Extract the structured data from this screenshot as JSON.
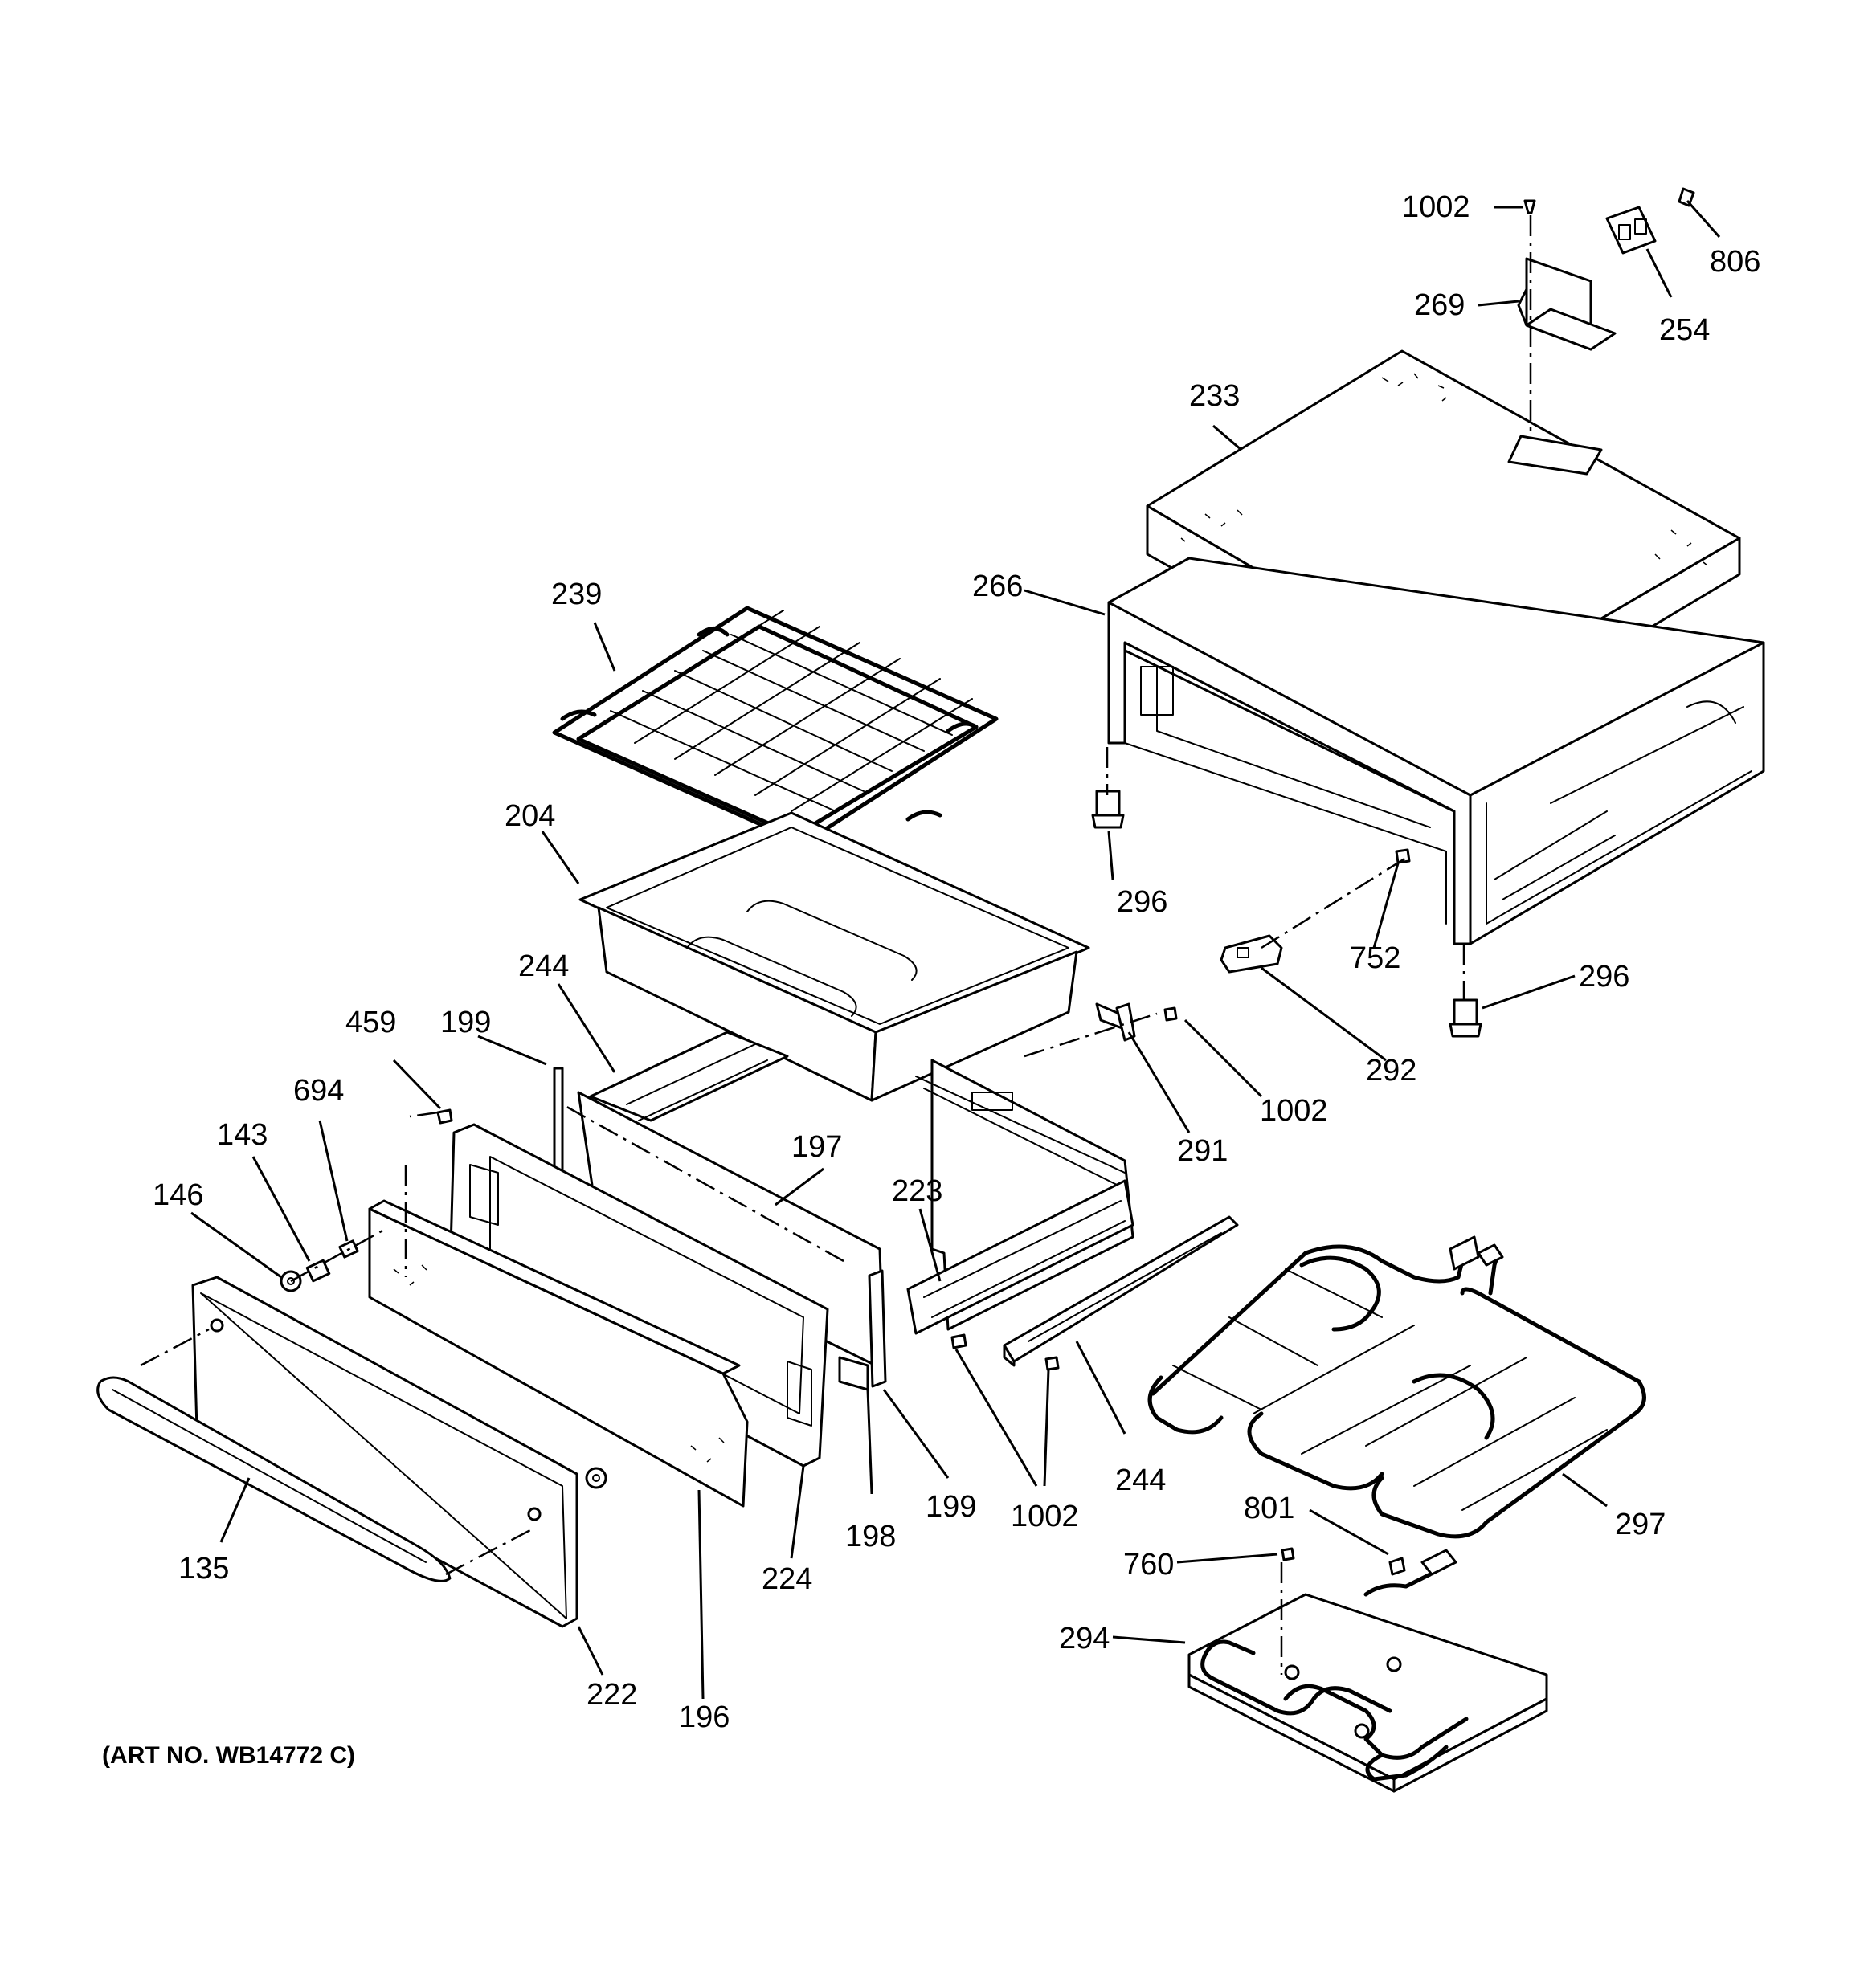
{
  "art_number": "(ART NO. WB14772 C)",
  "callouts": {
    "c1002_top": "1002",
    "c806": "806",
    "c269": "269",
    "c254": "254",
    "c233": "233",
    "c266": "266",
    "c239": "239",
    "c204": "204",
    "c296_left": "296",
    "c752": "752",
    "c296_right": "296",
    "c292": "292",
    "c244_top": "244",
    "c459": "459",
    "c199_top": "199",
    "c694": "694",
    "c143": "143",
    "c146": "146",
    "c197": "197",
    "c223": "223",
    "c1002_mid": "1002",
    "c291": "291",
    "c135": "135",
    "c222": "222",
    "c196": "196",
    "c224": "224",
    "c198": "198",
    "c199_bottom": "199",
    "c1002_bottom": "1002",
    "c244_bottom": "244",
    "c297": "297",
    "c801": "801",
    "c760": "760",
    "c294": "294"
  }
}
